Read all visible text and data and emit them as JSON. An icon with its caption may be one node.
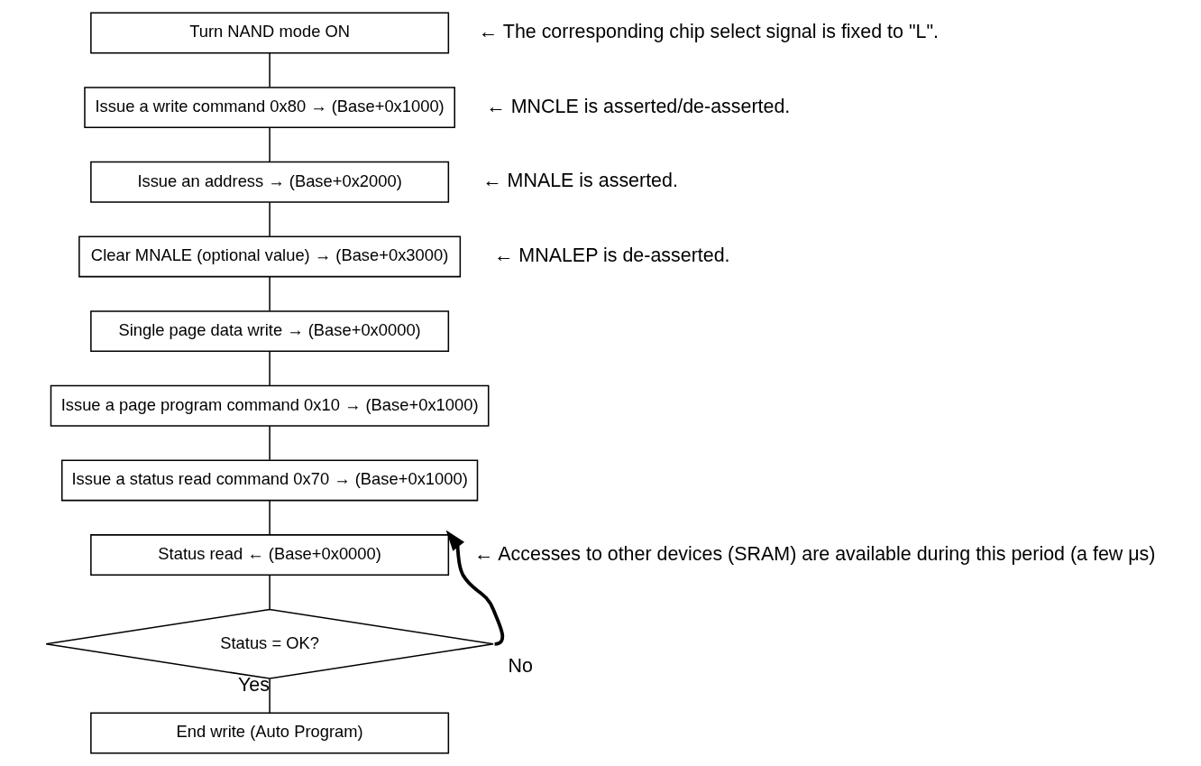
{
  "diagram": {
    "nodes": [
      {
        "text": [
          "Turn NAND mode ON"
        ],
        "beside": [
          "← The corresponding chip select signal is fixed to \"L\"."
        ]
      },
      {
        "text": [
          "Issue a write command 0x80 → (Base+0x1000)"
        ],
        "beside": [
          "← MNCLE is asserted/de-asserted."
        ]
      },
      {
        "text": [
          "Issue an address → (Base+0x2000)"
        ],
        "beside": [
          "← MNALE is asserted."
        ]
      },
      {
        "text": [
          "Clear MNALE (optional value) → (Base+0x3000)"
        ],
        "beside": [
          "← MNALEP is de-asserted."
        ]
      },
      {
        "text": [
          "Single page data write → (Base+0x0000)"
        ]
      },
      {
        "text": [
          "Issue a page program command 0x10 → (Base+0x1000)"
        ]
      },
      {
        "text": [
          "Issue a status read command 0x70 → (Base+0x1000)"
        ]
      },
      {
        "text": [
          "Status read ← (Base+0x0000)"
        ],
        "beside": [
          "← Accesses to other devices (SRAM) are available during this period (a few μs)"
        ]
      },
      {
        "text": [
          "Status = OK?"
        ]
      },
      {
        "text": [
          "End write (Auto Program)"
        ]
      }
    ],
    "edges": [
      {
        "from": 0,
        "to": 1,
        "arrow": "none"
      },
      {
        "from": 1,
        "to": 2,
        "arrow": "none"
      },
      {
        "from": 2,
        "to": 3,
        "arrow": "none"
      },
      {
        "from": 3,
        "to": 4,
        "arrow": "none"
      },
      {
        "from": 4,
        "to": 5,
        "arrow": "none"
      },
      {
        "from": 5,
        "to": 6,
        "arrow": "none"
      },
      {
        "from": 6,
        "to": 7,
        "arrow": "none"
      },
      {
        "from": 7,
        "to": 8,
        "arrow": "none"
      },
      {
        "from": 8,
        "to": 7,
        "arrow": "to",
        "label": "No",
        "style": "thick"
      },
      {
        "from": 8,
        "to": 9,
        "arrow": "none",
        "label": "Yes"
      }
    ]
  }
}
